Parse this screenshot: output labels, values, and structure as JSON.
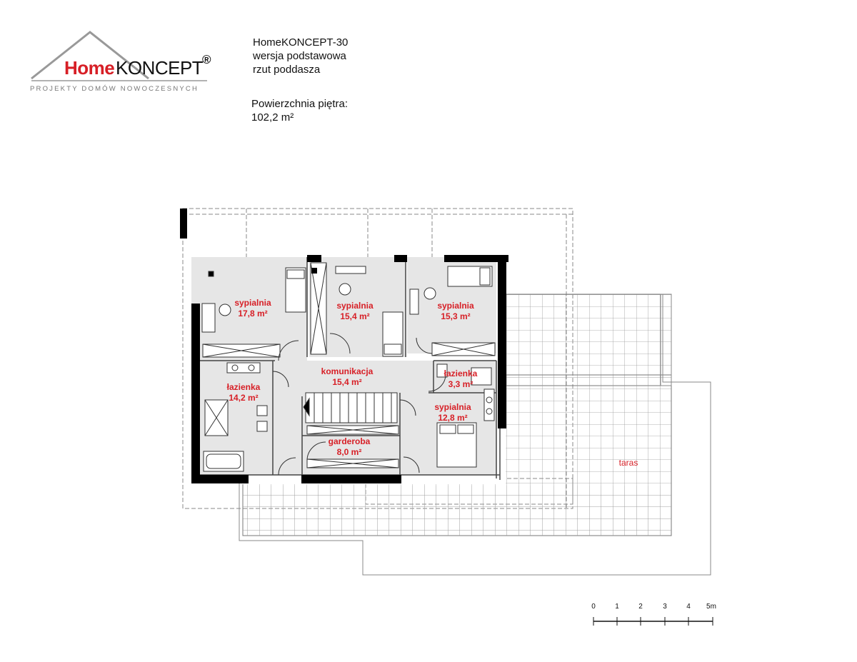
{
  "logo": {
    "brand_home": "Home",
    "brand_koncept": "KONCEPT",
    "registered": "®",
    "tagline": "PROJEKTY DOMÓW NOWOCZESNYCH",
    "brand_color": "#d71f26"
  },
  "header": {
    "project": "HomeKONCEPT-30",
    "version": "wersja podstawowa",
    "view": "rzut poddasza",
    "area_label": "Powierzchnia piętra:",
    "area_value": "102,2 m²"
  },
  "rooms": [
    {
      "name": "sypialnia",
      "area": "17,8 m²"
    },
    {
      "name": "sypialnia",
      "area": "15,4 m²"
    },
    {
      "name": "sypialnia",
      "area": "15,3 m²"
    },
    {
      "name": "komunikacja",
      "area": "15,4 m²"
    },
    {
      "name": "łazienka",
      "area": "14,2 m²"
    },
    {
      "name": "łazienka",
      "area": "3,3 m²"
    },
    {
      "name": "sypialnia",
      "area": "12,8 m²"
    },
    {
      "name": "garderoba",
      "area": "8,0 m²"
    }
  ],
  "terrace": {
    "name": "taras"
  },
  "scale": {
    "ticks": [
      "0",
      "1",
      "2",
      "3",
      "4",
      "5m"
    ]
  },
  "colors": {
    "label": "#d71f26",
    "wall": "#000000",
    "floor": "#e6e6e6",
    "grid": "#9a9a9a"
  }
}
